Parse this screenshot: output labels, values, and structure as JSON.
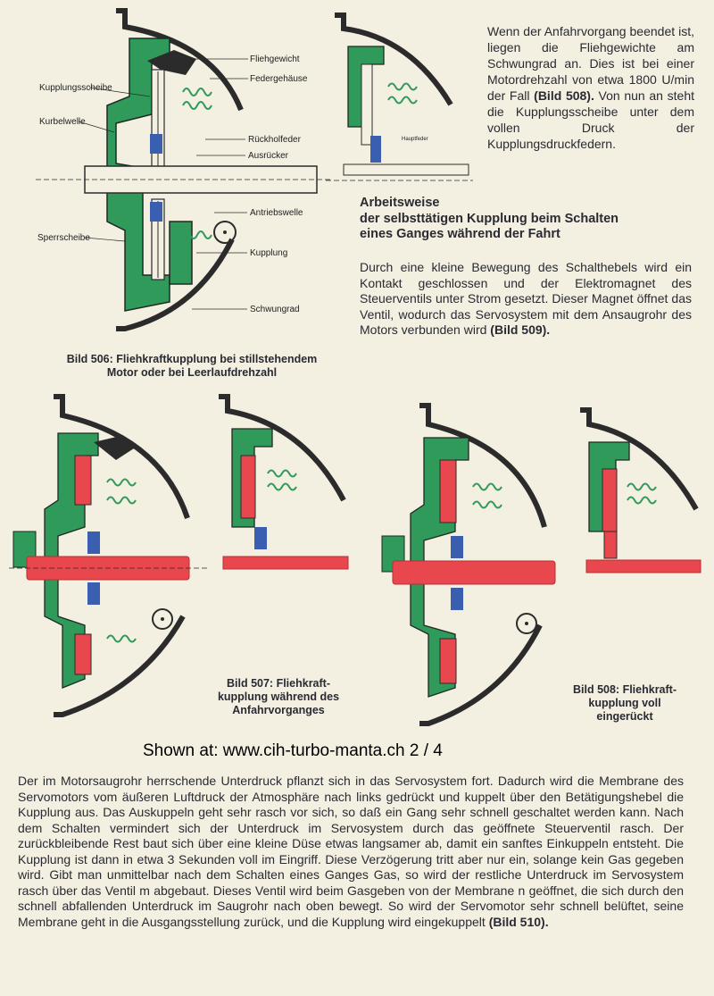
{
  "fig506": {
    "labels": {
      "fliehgewicht": "Fliehgewicht",
      "federgehaeuse": "Federgehäuse",
      "kupplungsscheibe": "Kupplungsscheibe",
      "kurbelwelle": "Kurbelwelle",
      "rueckholfeder": "Rückholfeder",
      "ausruecker": "Ausrücker",
      "antriebswelle": "Antriebswelle",
      "sperrscheibe": "Sperrscheibe",
      "kupplung": "Kupplung",
      "schwungrad": "Schwungrad"
    },
    "caption_line1": "Bild 506: Fliehkraftkupplung bei stillstehendem",
    "caption_line2": "Motor oder bei Leerlaufdrehzahl"
  },
  "fig_small": {
    "label": "Hauptfeder"
  },
  "intro": {
    "text": "Wenn der Anfahrvorgang beendet ist, liegen die Fliehgewichte am Schwungrad an. Dies ist bei einer Motordrehzahl von etwa 1800 U/min der Fall ",
    "ref": "(Bild 508).",
    "text2": " Von nun an steht die Kupplungsscheibe unter dem vollen Druck der Kupplungsdruckfedern."
  },
  "heading": {
    "line1": "Arbeitsweise",
    "line2": "der selbsttätigen Kupplung beim Schalten",
    "line3": "eines Ganges während der Fahrt"
  },
  "mid": {
    "text": "Durch eine kleine Bewegung des Schalthebels wird ein Kontakt geschlossen und der Elektromagnet des Steuerventils unter Strom gesetzt. Dieser Magnet öffnet das Ventil, wodurch das Servosystem mit dem Ansaugrohr des Motors verbunden wird ",
    "ref": "(Bild 509)."
  },
  "fig507": {
    "caption_line1": "Bild 507: Fliehkraft-",
    "caption_line2": "kupplung während des",
    "caption_line3": "Anfahrvorganges"
  },
  "fig508": {
    "caption_line1": "Bild 508: Fliehkraft-",
    "caption_line2": "kupplung voll",
    "caption_line3": "eingerückt"
  },
  "watermark": "Shown at: www.cih-turbo-manta.ch     2 / 4",
  "bottom": {
    "text": "Der im Motorsaugrohr herrschende Unterdruck pflanzt sich in das Servosystem fort. Dadurch wird die Membrane des Servomotors vom äußeren Luftdruck der Atmosphäre nach links gedrückt und kuppelt über den Betätigungshebel die Kupplung aus. Das Auskuppeln geht sehr rasch vor sich, so daß ein Gang sehr schnell geschaltet werden kann. Nach dem Schalten vermindert sich der Unterdruck im Servosystem durch das geöffnete Steuerventil rasch. Der zurückbleibende Rest baut sich über eine kleine Düse etwas langsamer ab, damit ein sanftes Einkuppeln entsteht. Die Kupplung ist dann in etwa 3 Sekunden voll im Eingriff. Diese Verzögerung tritt aber nur ein, solange kein Gas gegeben wird. Gibt man unmittelbar nach dem Schalten eines Ganges Gas, so wird der restliche Unterdruck im Servosystem rasch über das Ventil m abgebaut. Dieses Ventil wird beim Gasgeben von der Membrane n geöffnet, die sich durch den schnell abfallenden Unterdruck im Saugrohr nach oben bewegt. So wird der Servomotor sehr schnell belüftet, seine Membrane geht in die Ausgangsstellung zurück, und die Kupplung wird eingekuppelt ",
    "ref": "(Bild 510)."
  },
  "colors": {
    "green": "#2f9a5a",
    "red": "#e8474e",
    "blue": "#3a5fb0",
    "dark": "#2b2b2b",
    "paper": "#f3efe1"
  }
}
